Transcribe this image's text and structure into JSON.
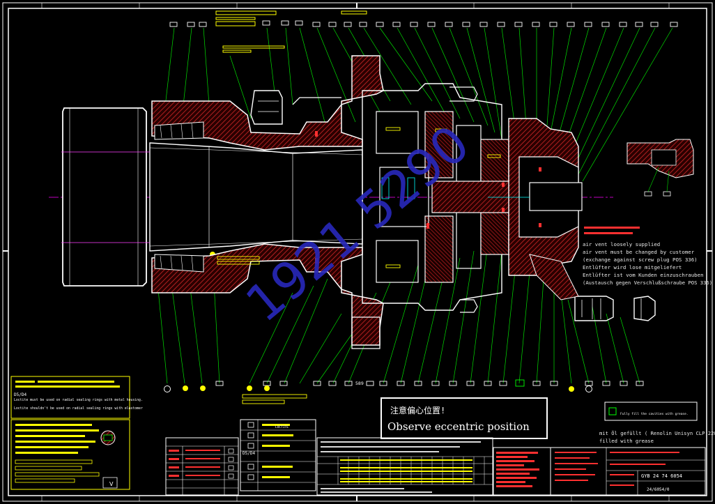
{
  "notes": {
    "air_vent_line1": "air vent loosely supplied",
    "air_vent_line2": "air vent must be changed by customer",
    "air_vent_line3": "(exchange against screw plug POS 336)",
    "air_vent_line4": "Entlüfter wird lose mitgeliefert",
    "air_vent_line5": "Entlüfter ist vom Kunden einzuschrauben",
    "air_vent_line6": "(Austausch gegen Verschlußschraube POS 336)",
    "eccentric_cn": "注意偏心位置!",
    "eccentric_en": "Observe eccentric position",
    "oil_line1": "mit Öl gefüllt ( Renolin Unisyn CLP 220",
    "oil_line2": "filled with grease",
    "left_note_1": "Loctite must be used on radial sealing rings with metal housing.",
    "left_note_2": "Loctite shouldn't be used on radial sealing rings with elastomer",
    "left_label": "D5/D4",
    "left_legend": "V",
    "watermark": "1921 5290",
    "loctite_label": "LOCTITE",
    "table_label_d5d4": "D5/D4",
    "leader_number": "589",
    "drawing_number": "GYB 24 74 6054",
    "sheet_ref": "24/6054/0",
    "legend_note": "Fully fill the cavities with grease."
  },
  "colors": {
    "background": "#000000",
    "outline": "#ffffff",
    "hatch": "#c02020",
    "leader": "#00ff00",
    "label": "#ffff00",
    "center_line": "#ff00ff",
    "cyan": "#00ffff",
    "watermark": "#2828b8"
  }
}
